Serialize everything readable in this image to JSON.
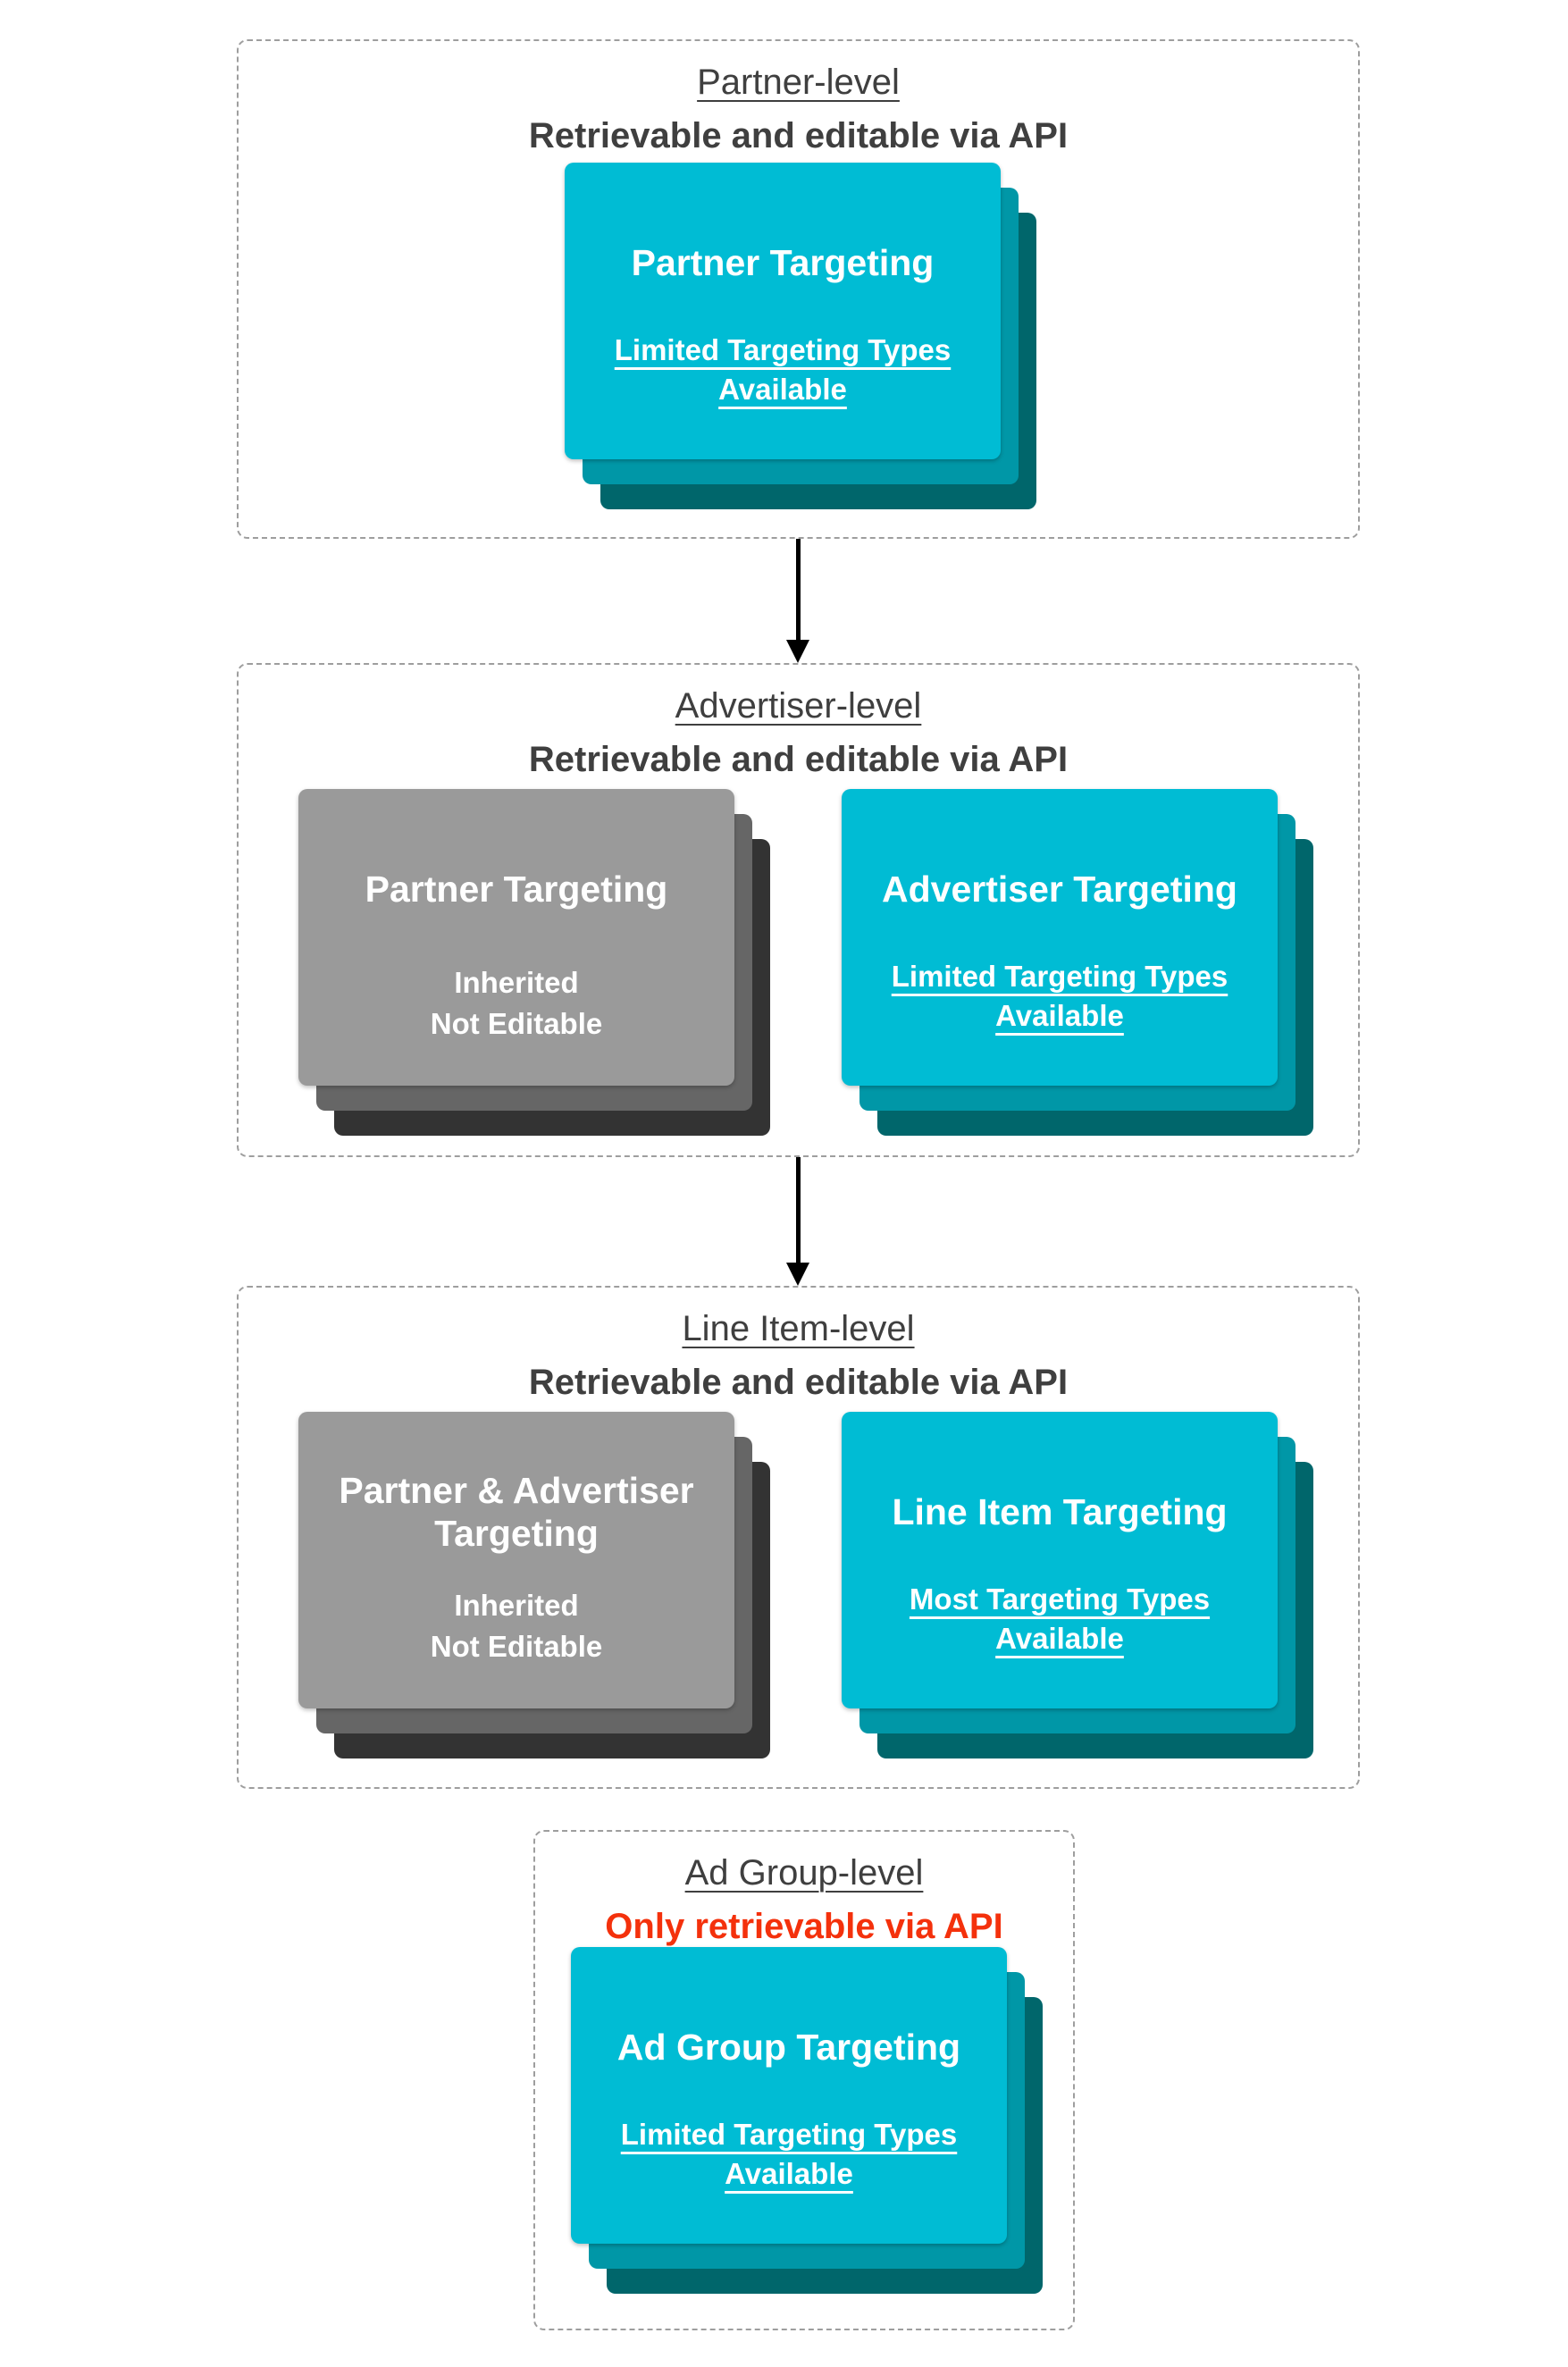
{
  "colors": {
    "cyan_main": "#00BCD4",
    "cyan_shadow1": "#0097A7",
    "cyan_shadow2": "#00666B",
    "gray_main": "#9A9A9A",
    "gray_shadow1": "#666666",
    "gray_shadow2": "#333333",
    "title_text": "#3F3F3F",
    "red_text": "#F4310C",
    "border_dashed": "#9E9E9E",
    "arrow": "#000000"
  },
  "sections": [
    {
      "id": "partner-level",
      "title": "Partner-level",
      "subtitle": "Retrievable and editable via API",
      "cards": [
        {
          "variant": "cyan",
          "title": "Partner Targeting",
          "subtitle": "Limited Targeting Types Available",
          "subtitle_underline": true
        }
      ]
    },
    {
      "id": "advertiser-level",
      "title": "Advertiser-level",
      "subtitle": "Retrievable and editable via API",
      "cards": [
        {
          "variant": "gray",
          "title": "Partner Targeting",
          "lines": [
            "Inherited",
            "Not Editable"
          ]
        },
        {
          "variant": "cyan",
          "title": "Advertiser Targeting",
          "subtitle": "Limited Targeting Types Available",
          "subtitle_underline": true
        }
      ]
    },
    {
      "id": "line-item-level",
      "title": "Line Item-level",
      "subtitle": "Retrievable and editable via API",
      "cards": [
        {
          "variant": "gray",
          "title": "Partner & Advertiser Targeting",
          "lines": [
            "Inherited",
            "Not Editable"
          ]
        },
        {
          "variant": "cyan",
          "title": "Line Item Targeting",
          "subtitle": "Most Targeting Types Available",
          "subtitle_underline": true
        }
      ]
    },
    {
      "id": "ad-group-level",
      "title": "Ad Group-level",
      "subtitle": "Only retrievable via API",
      "subtitle_color": "red",
      "cards": [
        {
          "variant": "cyan",
          "title": "Ad Group Targeting",
          "subtitle": "Limited Targeting Types Available",
          "subtitle_underline": true
        }
      ]
    }
  ],
  "connectors": [
    {
      "id": "partner-to-advertiser",
      "icon": "arrow-down"
    },
    {
      "id": "advertiser-to-line-item",
      "icon": "arrow-down"
    }
  ]
}
